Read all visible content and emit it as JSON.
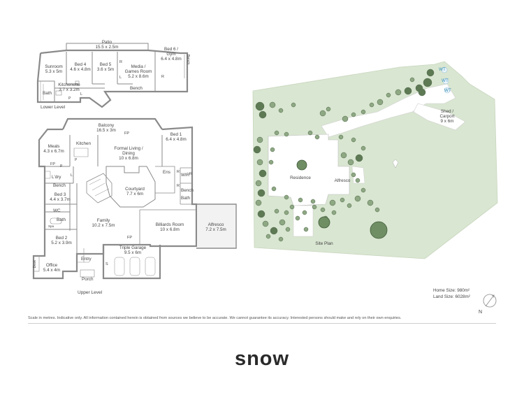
{
  "lower_level": {
    "title": "Lower Level",
    "rooms": {
      "patio": {
        "name": "Patio",
        "dim": "15.5 x 2.5m"
      },
      "sunroom": {
        "name": "Sunroom",
        "dim": "5.3 x 5m"
      },
      "bed4": {
        "name": "Bed 4",
        "dim": "4.6 x 4.8m"
      },
      "bed5": {
        "name": "Bed 5",
        "dim": "3.6 x 5m"
      },
      "media": {
        "name": "Media /",
        "name2": "Games Room",
        "dim": "5.2 x 8.6m"
      },
      "bed6": {
        "name": "Bed 6 /",
        "name2": "Gym",
        "dim": "6.4 x 4.8m"
      },
      "kitchenette": {
        "name": "Kitchenette",
        "dim": "3.7 x 3.2m"
      }
    },
    "small": {
      "bath": "Bath",
      "bench": "Bench",
      "bench_v": "Bench",
      "r": "R",
      "l": "L",
      "l2": "L",
      "p": "P",
      "r2": "R"
    }
  },
  "upper_level": {
    "title": "Upper Level",
    "rooms": {
      "balcony": {
        "name": "Balcony",
        "dim": "16.5 x 3m"
      },
      "bed1": {
        "name": "Bed 1",
        "dim": "6.4 x 4.8m"
      },
      "meals": {
        "name": "Meals",
        "dim": "4.3 x 6.7m"
      },
      "formal": {
        "name": "Formal Living /",
        "name2": "Dining",
        "dim": "10 x 6.8m"
      },
      "courtyard": {
        "name": "Courtyard",
        "dim": "7.7 x 6m"
      },
      "bed3": {
        "name": "Bed 3",
        "dim": "4.4 x 3.7m"
      },
      "family": {
        "name": "Family",
        "dim": "10.2 x 7.5m"
      },
      "billiards": {
        "name": "Billiards Room",
        "dim": "10 x 6.8m"
      },
      "alfresco": {
        "name": "Alfresco",
        "dim": "7.2 x 7.5m"
      },
      "bed2": {
        "name": "Bed 2",
        "dim": "5.2 x 3.9m"
      },
      "garage": {
        "name": "Triple Garage",
        "dim": "9.5 x 6m"
      },
      "office": {
        "name": "Office",
        "dim": "5.4 x 4m"
      }
    },
    "small": {
      "kitchen": "Kitchen",
      "fp1": "FP",
      "fp2": "FP",
      "fp3": "FP",
      "ldry": "L'dry",
      "bench1": "Bench",
      "wc": "WC",
      "bath": "Bath",
      "spa": "Spa",
      "ens": "Ens",
      "wir": "WIR",
      "bench2": "Bench",
      "bath2": "Bath",
      "entry": "Entry",
      "porch": "Porch",
      "desk": "Desk",
      "s": "S",
      "r1": "R",
      "r2": "R",
      "r3": "R",
      "l1": "L",
      "p1": "P",
      "p2": "P"
    }
  },
  "site_plan": {
    "title": "Site Plan",
    "labels": {
      "residence": "Residence",
      "alfresco": "Alfresco",
      "shed": "Shed /",
      "shed2": "Carport",
      "shed_dim": "9 x 6m",
      "wt1": "WT",
      "wt2": "WT",
      "wt3": "WT"
    }
  },
  "stats": {
    "home_size": "Home Size: 980m²",
    "land_size": "Land Size: 6028m²"
  },
  "disclaimer": "Scale in metres. Indicative only. All information contained herein is obtained from sources we believe to be accurate. We cannot guarantee its accuracy. Interested persons should make and rely on their own enquiries.",
  "brand": "snow",
  "compass": {
    "label": "N"
  },
  "colors": {
    "site_fill": "#d9e6d1",
    "house_fill": "#ffffff",
    "wall": "#8a8a8a",
    "tree_dark": "#5e7a55",
    "water_tank": "#4aa3c8"
  }
}
